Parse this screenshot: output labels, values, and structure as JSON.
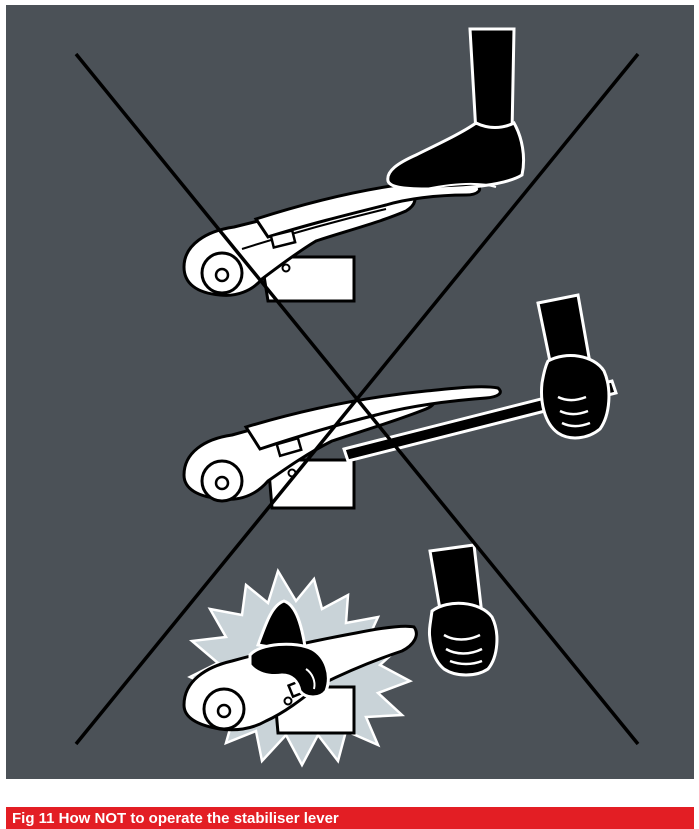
{
  "figure": {
    "caption": "Fig 11 How NOT to operate the stabiliser lever",
    "colors": {
      "panel_background": "#4b5157",
      "caption_background": "#e31e24",
      "caption_text": "#ffffff",
      "cross": "#000000",
      "outline": "#ffffff",
      "fill": "#000000",
      "burst": "#c9d3d8"
    }
  },
  "illustrations": [
    {
      "id": "foot-on-lever",
      "icon": "foot-pressing-lever"
    },
    {
      "id": "hand-with-extension-bar",
      "icon": "hand-using-extension-bar"
    },
    {
      "id": "two-hands-pinch-hazard",
      "icon": "hand-trapped-pinch-point"
    }
  ],
  "overlay": {
    "icon": "prohibition-cross"
  }
}
